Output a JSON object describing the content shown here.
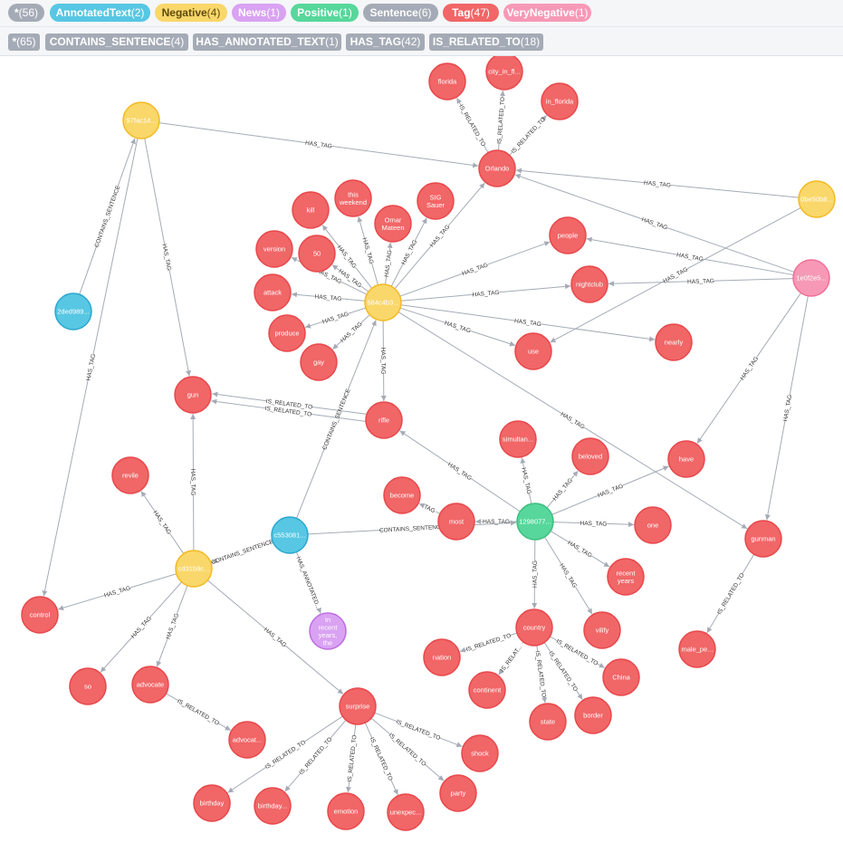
{
  "colors": {
    "all": "#a5abb6",
    "AnnotatedText": "#57c7e3",
    "Negative": "#f9d76a",
    "News": "#d9a2f2",
    "Positive": "#57d79b",
    "Sentence": "#a5abb6",
    "Tag": "#f16667",
    "VeryNegative": "#f799b6",
    "edge": "#a5abb6"
  },
  "node_labels": [
    {
      "id": "all",
      "name": "*",
      "count": "(56)"
    },
    {
      "id": "AnnotatedText",
      "name": "AnnotatedText",
      "count": "(2)"
    },
    {
      "id": "Negative",
      "name": "Negative",
      "count": "(4)"
    },
    {
      "id": "News",
      "name": "News",
      "count": "(1)"
    },
    {
      "id": "Positive",
      "name": "Positive",
      "count": "(1)"
    },
    {
      "id": "Sentence",
      "name": "Sentence",
      "count": "(6)"
    },
    {
      "id": "Tag",
      "name": "Tag",
      "count": "(47)"
    },
    {
      "id": "VeryNegative",
      "name": "VeryNegative",
      "count": "(1)"
    }
  ],
  "rel_types": [
    {
      "name": "*",
      "count": "(65)"
    },
    {
      "name": "CONTAINS_SENTENCE",
      "count": "(4)"
    },
    {
      "name": "HAS_ANNOTATED_TEXT",
      "count": "(1)"
    },
    {
      "name": "HAS_TAG",
      "count": "(42)"
    },
    {
      "name": "IS_RELATED_TO",
      "count": "(18)"
    }
  ],
  "nodes": [
    {
      "id": "s97",
      "type": "Negative",
      "text": [
        "97fac14..."
      ]
    },
    {
      "id": "s0be",
      "type": "Negative",
      "text": [
        "0be50b8..."
      ]
    },
    {
      "id": "s684",
      "type": "Negative",
      "text": [
        "684c4b3..."
      ]
    },
    {
      "id": "scd3",
      "type": "Negative",
      "text": [
        "cd31b9c..."
      ]
    },
    {
      "id": "s1e0",
      "type": "VeryNegative",
      "text": [
        "1e0f2e5..."
      ]
    },
    {
      "id": "s129",
      "type": "Positive",
      "text": [
        "1298077..."
      ]
    },
    {
      "id": "a2de",
      "type": "AnnotatedText",
      "text": [
        "2ded989..."
      ]
    },
    {
      "id": "ac55",
      "type": "AnnotatedText",
      "text": [
        "c553081..."
      ]
    },
    {
      "id": "news",
      "type": "News",
      "text": [
        "In",
        "recent",
        "years,",
        "the"
      ]
    },
    {
      "id": "florida",
      "type": "Tag",
      "text": [
        "florida"
      ]
    },
    {
      "id": "cityfl",
      "type": "Tag",
      "text": [
        "city_in_fl..."
      ]
    },
    {
      "id": "infl",
      "type": "Tag",
      "text": [
        "in_florida"
      ]
    },
    {
      "id": "orlando",
      "type": "Tag",
      "text": [
        "Orlando"
      ]
    },
    {
      "id": "kill",
      "type": "Tag",
      "text": [
        "kill"
      ]
    },
    {
      "id": "weekend",
      "type": "Tag",
      "text": [
        "this",
        "weekend"
      ]
    },
    {
      "id": "omar",
      "type": "Tag",
      "text": [
        "Omar",
        "Mateen"
      ]
    },
    {
      "id": "sig",
      "type": "Tag",
      "text": [
        "SIG",
        "Sauer"
      ]
    },
    {
      "id": "version",
      "type": "Tag",
      "text": [
        "version"
      ]
    },
    {
      "id": "fifty",
      "type": "Tag",
      "text": [
        "50"
      ]
    },
    {
      "id": "attack",
      "type": "Tag",
      "text": [
        "attack"
      ]
    },
    {
      "id": "produce",
      "type": "Tag",
      "text": [
        "produce"
      ]
    },
    {
      "id": "gay",
      "type": "Tag",
      "text": [
        "gay"
      ]
    },
    {
      "id": "people",
      "type": "Tag",
      "text": [
        "people"
      ]
    },
    {
      "id": "nightclub",
      "type": "Tag",
      "text": [
        "nightclub"
      ]
    },
    {
      "id": "use",
      "type": "Tag",
      "text": [
        "use"
      ]
    },
    {
      "id": "nearly",
      "type": "Tag",
      "text": [
        "nearly"
      ]
    },
    {
      "id": "gun",
      "type": "Tag",
      "text": [
        "gun"
      ]
    },
    {
      "id": "rifle",
      "type": "Tag",
      "text": [
        "rifle"
      ]
    },
    {
      "id": "simultan",
      "type": "Tag",
      "text": [
        "simultan..."
      ]
    },
    {
      "id": "beloved",
      "type": "Tag",
      "text": [
        "beloved"
      ]
    },
    {
      "id": "have",
      "type": "Tag",
      "text": [
        "have"
      ]
    },
    {
      "id": "become",
      "type": "Tag",
      "text": [
        "become"
      ]
    },
    {
      "id": "most",
      "type": "Tag",
      "text": [
        "most"
      ]
    },
    {
      "id": "one",
      "type": "Tag",
      "text": [
        "one"
      ]
    },
    {
      "id": "recentyears",
      "type": "Tag",
      "text": [
        "recent",
        "years"
      ]
    },
    {
      "id": "gunman",
      "type": "Tag",
      "text": [
        "gunman"
      ]
    },
    {
      "id": "malepe",
      "type": "Tag",
      "text": [
        "male_pe..."
      ]
    },
    {
      "id": "revile",
      "type": "Tag",
      "text": [
        "revile"
      ]
    },
    {
      "id": "control",
      "type": "Tag",
      "text": [
        "control"
      ]
    },
    {
      "id": "so",
      "type": "Tag",
      "text": [
        "so"
      ]
    },
    {
      "id": "advocate",
      "type": "Tag",
      "text": [
        "advocate"
      ]
    },
    {
      "id": "advocat2",
      "type": "Tag",
      "text": [
        "advocat..."
      ]
    },
    {
      "id": "surprise",
      "type": "Tag",
      "text": [
        "surprise"
      ]
    },
    {
      "id": "country",
      "type": "Tag",
      "text": [
        "country"
      ]
    },
    {
      "id": "vilify",
      "type": "Tag",
      "text": [
        "vilify"
      ]
    },
    {
      "id": "nation",
      "type": "Tag",
      "text": [
        "nation"
      ]
    },
    {
      "id": "continent",
      "type": "Tag",
      "text": [
        "continent"
      ]
    },
    {
      "id": "state",
      "type": "Tag",
      "text": [
        "state"
      ]
    },
    {
      "id": "border",
      "type": "Tag",
      "text": [
        "border"
      ]
    },
    {
      "id": "china",
      "type": "Tag",
      "text": [
        "China"
      ]
    },
    {
      "id": "shock",
      "type": "Tag",
      "text": [
        "shock"
      ]
    },
    {
      "id": "party",
      "type": "Tag",
      "text": [
        "party"
      ]
    },
    {
      "id": "unexpec",
      "type": "Tag",
      "text": [
        "unexpec..."
      ]
    },
    {
      "id": "emotion",
      "type": "Tag",
      "text": [
        "emotion"
      ]
    },
    {
      "id": "birthday2",
      "type": "Tag",
      "text": [
        "birthday..."
      ]
    },
    {
      "id": "birthday",
      "type": "Tag",
      "text": [
        "birthday"
      ]
    }
  ],
  "edges": [
    {
      "from": "orlando",
      "to": "florida",
      "label": "IS_RELATED_TO"
    },
    {
      "from": "orlando",
      "to": "cityfl",
      "label": "IS_RELATED_TO"
    },
    {
      "from": "orlando",
      "to": "infl",
      "label": "IS_RELATED_TO"
    },
    {
      "from": "s97",
      "to": "orlando",
      "label": "HAS_TAG"
    },
    {
      "from": "s0be",
      "to": "orlando",
      "label": "HAS_TAG"
    },
    {
      "from": "s1e0",
      "to": "orlando",
      "label": "HAS_TAG"
    },
    {
      "from": "s684",
      "to": "orlando",
      "label": "HAS_TAG"
    },
    {
      "from": "s684",
      "to": "sig",
      "label": "HAS_TAG"
    },
    {
      "from": "s684",
      "to": "omar",
      "label": "HAS_TAG"
    },
    {
      "from": "s684",
      "to": "weekend",
      "label": "HAS_TAG"
    },
    {
      "from": "s684",
      "to": "kill",
      "label": "HAS_TAG"
    },
    {
      "from": "s684",
      "to": "fifty",
      "label": "HAS_TAG"
    },
    {
      "from": "s684",
      "to": "version",
      "label": "HAS_TAG"
    },
    {
      "from": "s684",
      "to": "attack",
      "label": "HAS_TAG"
    },
    {
      "from": "s684",
      "to": "produce",
      "label": "HAS_TAG"
    },
    {
      "from": "s684",
      "to": "gay",
      "label": "HAS_TAG"
    },
    {
      "from": "s684",
      "to": "people",
      "label": "HAS_TAG"
    },
    {
      "from": "s684",
      "to": "nightclub",
      "label": "HAS_TAG"
    },
    {
      "from": "s684",
      "to": "use",
      "label": "HAS_TAG"
    },
    {
      "from": "s684",
      "to": "nearly",
      "label": "HAS_TAG"
    },
    {
      "from": "s684",
      "to": "rifle",
      "label": "HAS_TAG"
    },
    {
      "from": "s684",
      "to": "gunman",
      "label": "HAS_TAG"
    },
    {
      "from": "s1e0",
      "to": "people",
      "label": "HAS_TAG"
    },
    {
      "from": "s1e0",
      "to": "nightclub",
      "label": "HAS_TAG"
    },
    {
      "from": "s1e0",
      "to": "have",
      "label": "HAS_TAG"
    },
    {
      "from": "s1e0",
      "to": "gunman",
      "label": "HAS_TAG"
    },
    {
      "from": "s0be",
      "to": "use",
      "label": "HAS_TAG"
    },
    {
      "from": "a2de",
      "to": "s97",
      "label": "CONTAINS_SENTENCE"
    },
    {
      "from": "s97",
      "to": "gun",
      "label": "HAS_TAG"
    },
    {
      "from": "s97",
      "to": "control",
      "label": "HAS_TAG"
    },
    {
      "from": "rifle",
      "to": "gun",
      "label": "IS_RELATED_TO"
    },
    {
      "from": "rifle",
      "to": "gun",
      "label": "IS_RELATED_TO"
    },
    {
      "from": "ac55",
      "to": "s684",
      "label": "CONTAINS_SENTENCE"
    },
    {
      "from": "ac55",
      "to": "scd3",
      "label": "CONTAINS_SENTENCE"
    },
    {
      "from": "ac55",
      "to": "s129",
      "label": "CONTAINS_SENTENCE"
    },
    {
      "from": "ac55",
      "to": "news",
      "label": "HAS_ANNOTATED..."
    },
    {
      "from": "s129",
      "to": "rifle",
      "label": "HAS_TAG"
    },
    {
      "from": "s129",
      "to": "simultan",
      "label": "HAS_TAG"
    },
    {
      "from": "s129",
      "to": "beloved",
      "label": "HAS_TAG"
    },
    {
      "from": "s129",
      "to": "have",
      "label": "HAS_TAG"
    },
    {
      "from": "s129",
      "to": "one",
      "label": "HAS_TAG"
    },
    {
      "from": "s129",
      "to": "recentyears",
      "label": "HAS_TAG"
    },
    {
      "from": "s129",
      "to": "vilify",
      "label": "HAS_TAG"
    },
    {
      "from": "s129",
      "to": "country",
      "label": "HAS_TAG"
    },
    {
      "from": "s129",
      "to": "most",
      "label": "HAS_TAG"
    },
    {
      "from": "most",
      "to": "become",
      "label": "TAG"
    },
    {
      "from": "gunman",
      "to": "malepe",
      "label": "IS_RELATED_TO"
    },
    {
      "from": "scd3",
      "to": "gun",
      "label": "HAS_TAG"
    },
    {
      "from": "scd3",
      "to": "revile",
      "label": "HAS_TAG"
    },
    {
      "from": "scd3",
      "to": "control",
      "label": "HAS_TAG"
    },
    {
      "from": "scd3",
      "to": "so",
      "label": "HAS_TAG"
    },
    {
      "from": "scd3",
      "to": "advocate",
      "label": "HAS_TAG"
    },
    {
      "from": "scd3",
      "to": "surprise",
      "label": "HAS_TAG"
    },
    {
      "from": "advocate",
      "to": "advocat2",
      "label": "IS_RELATED_TO"
    },
    {
      "from": "surprise",
      "to": "shock",
      "label": "IS_RELATED_TO"
    },
    {
      "from": "surprise",
      "to": "party",
      "label": "IS_RELATED_TO"
    },
    {
      "from": "surprise",
      "to": "unexpec",
      "label": "IS_RELATED_TO"
    },
    {
      "from": "surprise",
      "to": "emotion",
      "label": "IS_RELATED_TO"
    },
    {
      "from": "surprise",
      "to": "birthday2",
      "label": "IS_RELATED_TO"
    },
    {
      "from": "surprise",
      "to": "birthday",
      "label": "IS_RELATED_TO"
    },
    {
      "from": "country",
      "to": "nation",
      "label": "IS_RELATED_TO"
    },
    {
      "from": "country",
      "to": "continent",
      "label": "IS_RELAT..."
    },
    {
      "from": "country",
      "to": "state",
      "label": "IS_RELATED_TO"
    },
    {
      "from": "country",
      "to": "border",
      "label": "IS_RELATED_TO"
    },
    {
      "from": "country",
      "to": "china",
      "label": "IS_RELATED_TO"
    }
  ]
}
